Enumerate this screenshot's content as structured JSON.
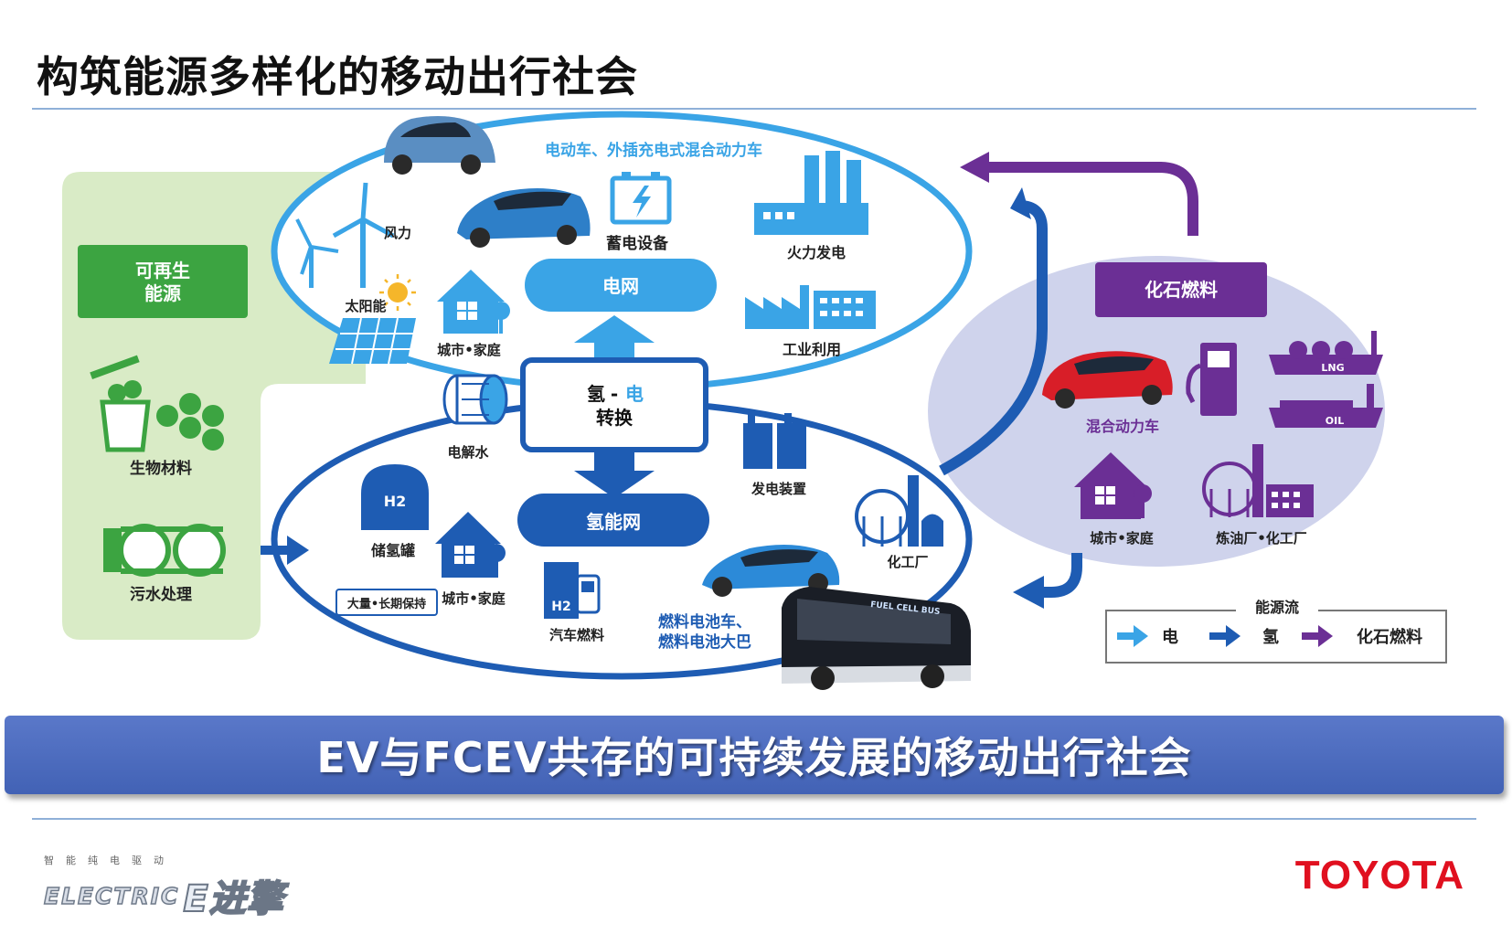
{
  "page_title": "构筑能源多样化的移动出行社会",
  "banner_text": "EV与FCEV共存的可持续发展的移动出行社会",
  "renewable": {
    "title_line1": "可再生",
    "title_line2": "能源",
    "biomass": "生物材料",
    "sewage": "污水处理"
  },
  "grid": {
    "ev_phev": "电动车、外插充电式混合动力车",
    "wind": "风力",
    "solar": "太阳能",
    "storage": "蓄电设备",
    "thermal": "火力发电",
    "grid_label": "电网",
    "industrial": "工业利用",
    "city_home": "城市•家庭"
  },
  "conversion": {
    "line1_a": "氢",
    "line1_sep": " - ",
    "line1_b": "电",
    "line2": "转换"
  },
  "hydrogen": {
    "electrolysis": "电解水",
    "h2_label": "H2",
    "tank": "储氢罐",
    "bulk_storage": "大量•长期保持",
    "city_home": "城市•家庭",
    "car_fuel": "汽车燃料",
    "h2_grid": "氢能网",
    "power_device": "发电装置",
    "chemical_plant": "化工厂",
    "fcv_line1": "燃料电池车、",
    "fcv_line2": "燃料电池大巴",
    "bus_text": "FUEL CELL BUS"
  },
  "fossil": {
    "title": "化石燃料",
    "hybrid": "混合动力车",
    "lng": "LNG",
    "oil": "OIL",
    "city_home": "城市•家庭",
    "refinery": "炼油厂•化工厂"
  },
  "legend": {
    "title": "能源流",
    "electricity": "电",
    "hydrogen": "氢",
    "fossil": "化石燃料"
  },
  "footer": {
    "tagline": "智能纯电驱动",
    "electric": "ELECTRIC",
    "e_mark": "E进擎",
    "brand": "TOYOTA"
  },
  "colors": {
    "light_blue": "#3aa4e6",
    "dark_blue": "#1e5cb3",
    "purple": "#6b2f95",
    "green": "#3ca441",
    "renewable_bg": "#d9ebc6",
    "fossil_bg": "#cfd3ec",
    "banner": "#4e6dc1",
    "toyota_red": "#e0101f"
  }
}
